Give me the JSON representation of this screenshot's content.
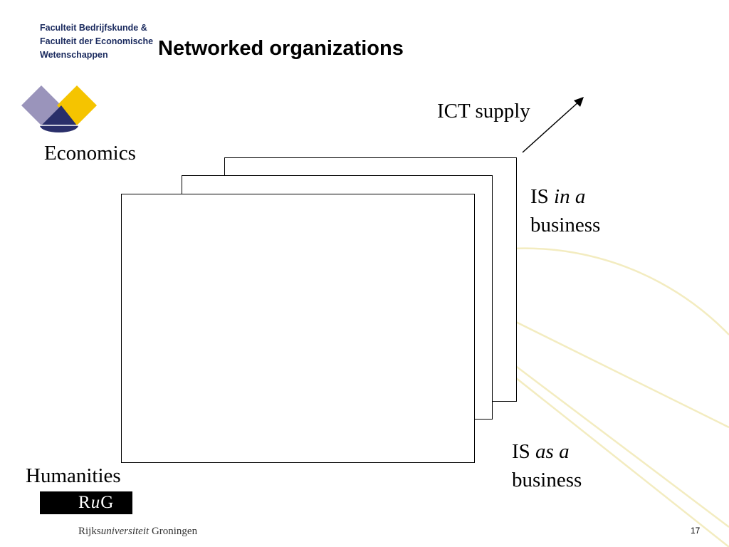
{
  "header": {
    "faculty_lines": [
      "Faculteit Bedrijfskunde &",
      "Faculteit der Economische",
      "Wetenschappen"
    ],
    "title": "Networked organizations"
  },
  "labels": {
    "economics": "Economics",
    "humanities": "Humanities",
    "ict_supply": "ICT supply",
    "is_in_prefix": "IS",
    "is_in_italic": "in a",
    "is_in_suffix": "business",
    "is_as_prefix": "IS",
    "is_as_italic": "as a",
    "is_as_suffix": "business"
  },
  "footer": {
    "rug_part1": "R",
    "rug_part2": "u",
    "rug_part3": "G",
    "univ_part1": "Rijks",
    "univ_part2": "universiteit",
    "univ_part3": " Groningen",
    "page_number": "17"
  },
  "colors": {
    "watermark": "#f3ecc0",
    "logo_purple": "#9a94bb",
    "logo_yellow": "#f5c400",
    "logo_navy": "#2a2f6a"
  }
}
